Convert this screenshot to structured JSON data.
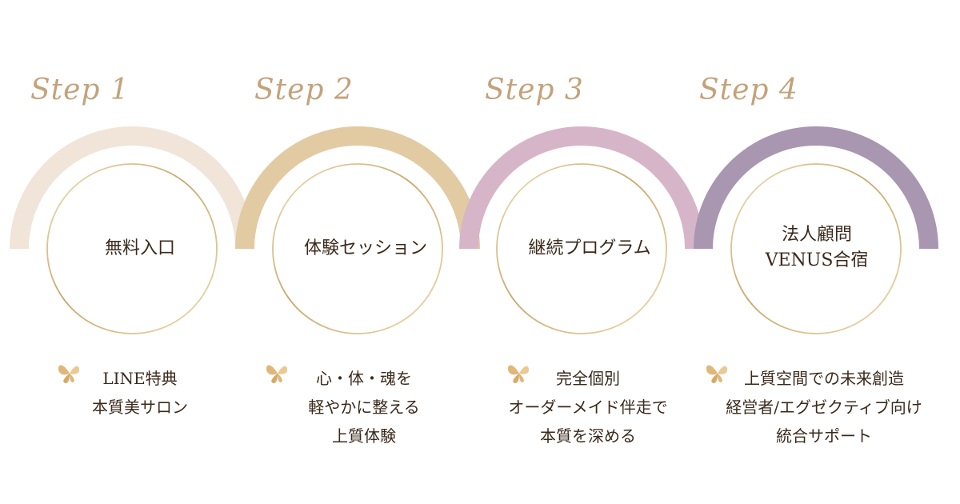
{
  "steps": [
    {
      "label": "Step 1",
      "title": [
        "無料入口"
      ],
      "desc": [
        "LINE特典",
        "本質美サロン"
      ],
      "arc_color": "#f1e4d8"
    },
    {
      "label": "Step 2",
      "title": [
        "体験セッション"
      ],
      "desc": [
        "心・体・魂を",
        "軽やかに整える",
        "上質体験"
      ],
      "arc_color": "#e2cba2"
    },
    {
      "label": "Step 3",
      "title": [
        "継続プログラム"
      ],
      "desc": [
        "完全個別",
        "オーダーメイド伴走で",
        "本質を深める"
      ],
      "arc_color": "#d7b5c9"
    },
    {
      "label": "Step 4",
      "title": [
        "法人顧問",
        "VENUS合宿"
      ],
      "desc": [
        "上質空間での未来創造",
        "経営者/エグゼクティブ向け",
        "統合サポート"
      ],
      "arc_color": "#a996b0"
    }
  ],
  "colors": {
    "step_label": "#c4a27a",
    "gold_ring": "#d9bf8c",
    "butterfly": "#e0b77a",
    "text": "#3b2a1c"
  },
  "icons": {
    "desc_marker": "butterfly-icon"
  }
}
